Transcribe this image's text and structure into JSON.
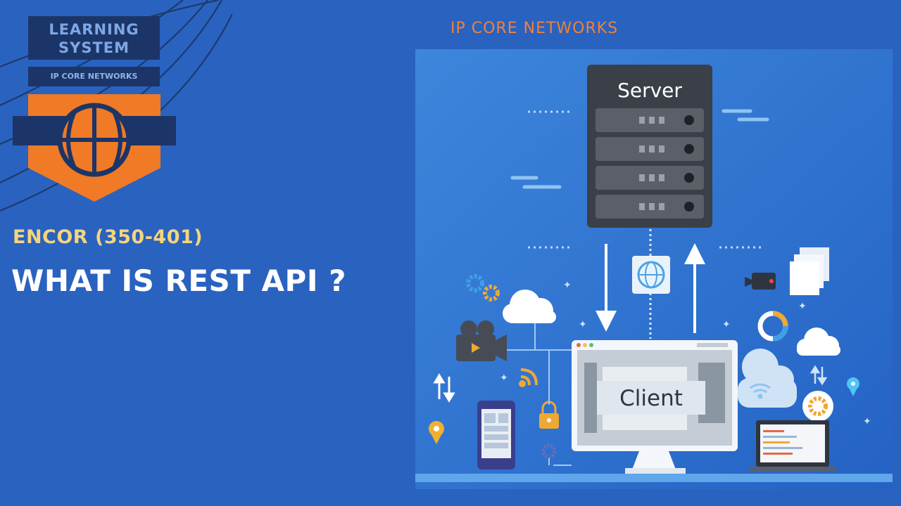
{
  "logo": {
    "line1": "LEARNING",
    "line2": "SYSTEM",
    "subtitle": "IP CORE NETWORKS",
    "icon": "basketball-icon"
  },
  "exam": "ENCOR (350-401)",
  "headline": "WHAT IS REST API ?",
  "brand": "IP CORE NETWORKS",
  "illustration": {
    "server_label": "Server",
    "client_label": "Client"
  },
  "colors": {
    "background": "#2a62bf",
    "accent_orange": "#f08138",
    "accent_yellow": "#f4d47d",
    "logo_navy": "#1c3568"
  }
}
